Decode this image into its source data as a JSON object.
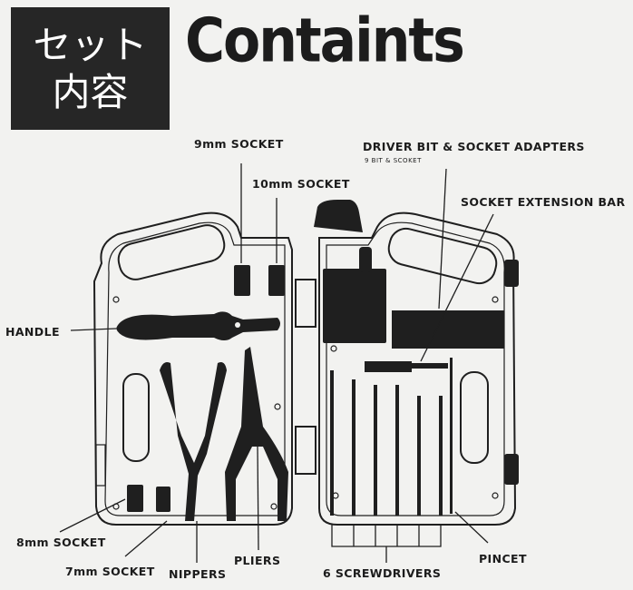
{
  "badge": {
    "line1": "セット",
    "line2": "内容"
  },
  "title": "Containts",
  "labels": {
    "socket_9mm": "9mm SOCKET",
    "socket_10mm": "10mm SOCKET",
    "driver_bit": "DRIVER BIT & SOCKET ADAPTERS",
    "driver_bit_sub": "9 BIT & SCOKET",
    "extension_bar": "SOCKET EXTENSION BAR",
    "handle": "HANDLE",
    "socket_8mm": "8mm SOCKET",
    "socket_7mm": "7mm SOCKET",
    "nippers": "NIPPERS",
    "pliers": "PLIERS",
    "screwdrivers": "6 SCREWDRIVERS",
    "pincet": "PINCET"
  }
}
